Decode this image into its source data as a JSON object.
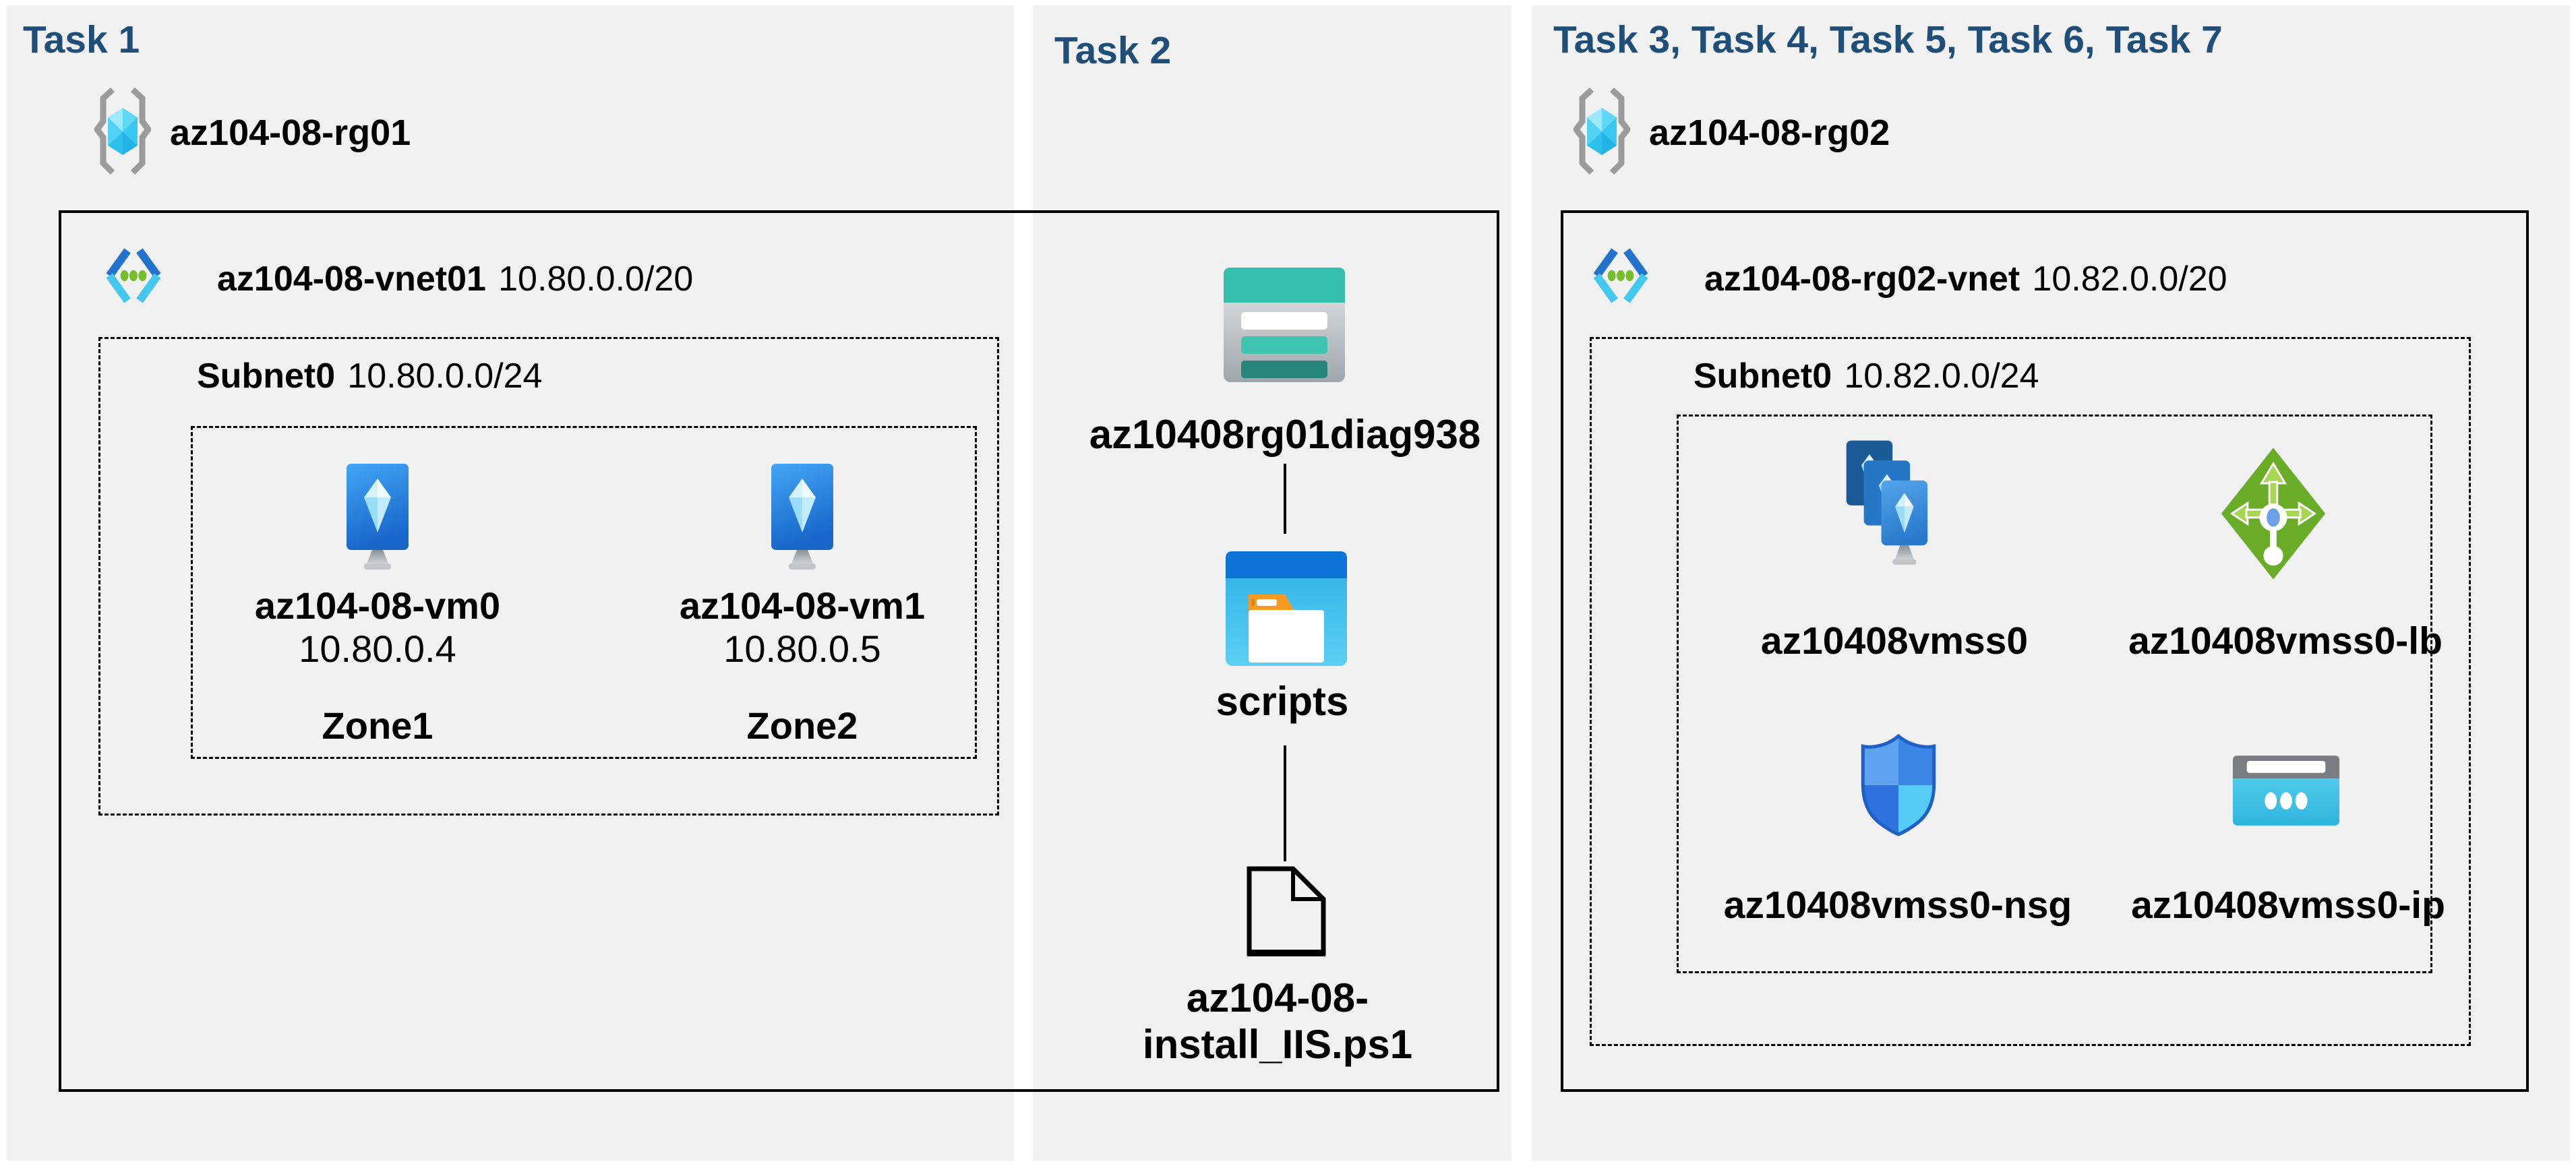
{
  "panels": {
    "task1": {
      "title": "Task 1",
      "resource_group": "az104-08-rg01",
      "vnet_name": "az104-08-vnet01",
      "vnet_cidr": "10.80.0.0/20",
      "subnet_name": "Subnet0",
      "subnet_cidr": "10.80.0.0/24",
      "vms": [
        {
          "name": "az104-08-vm0",
          "ip": "10.80.0.4",
          "zone": "Zone1"
        },
        {
          "name": "az104-08-vm1",
          "ip": "10.80.0.5",
          "zone": "Zone2"
        }
      ]
    },
    "task2": {
      "title": "Task 2",
      "storage_account": "az10408rg01diag938",
      "container": "scripts",
      "file": "az104-08-install_IIS.ps1"
    },
    "task3": {
      "title": "Task 3, Task 4, Task 5, Task 6, Task 7",
      "resource_group": "az104-08-rg02",
      "vnet_name": "az104-08-rg02-vnet",
      "vnet_cidr": "10.82.0.0/20",
      "subnet_name": "Subnet0",
      "subnet_cidr": "10.82.0.0/24",
      "resources": [
        {
          "name": "az10408vmss0",
          "type": "vm-scale-set"
        },
        {
          "name": "az10408vmss0-lb",
          "type": "load-balancer"
        },
        {
          "name": "az10408vmss0-nsg",
          "type": "network-security-group"
        },
        {
          "name": "az10408vmss0-ip",
          "type": "public-ip"
        }
      ]
    }
  },
  "icons": {
    "resource-group-icon": "gray brackets with cyan cube",
    "virtual-network-icon": "blue/cyan chevrons with three green dots",
    "vm-icon": "blue monitor with cyan crystal on gray stand",
    "storage-account-icon": "teal banded storage table",
    "blob-container-icon": "blue window with white folder and orange tab",
    "file-icon": "black outlined document with folded corner",
    "vmss-icon": "three stacked blue monitors with crystals",
    "load-balancer-icon": "green diamond with arrows and white probe",
    "nsg-icon": "four-quadrant blue shield",
    "public-ip-icon": "cyan card with gray header and three white dots"
  },
  "colors": {
    "header_blue": "#1F4E79",
    "panel_bg": "#F1F1F2",
    "outline": "#000000",
    "storage_teal": "#36BFAD",
    "container_blue": "#0B74D6",
    "vnet_cyan": "#45C8F0",
    "dot_green": "#76BC2D",
    "lb_green": "#68AC27"
  }
}
